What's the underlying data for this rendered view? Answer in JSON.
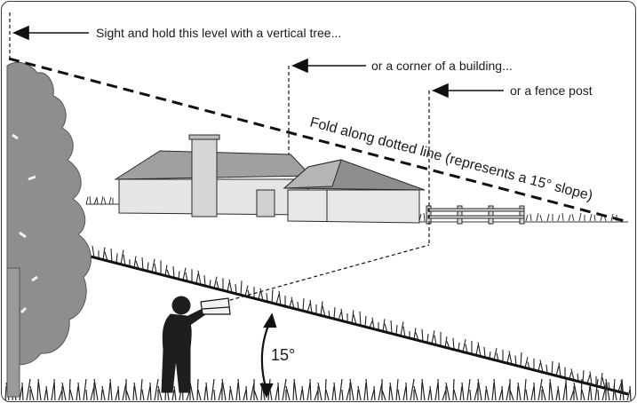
{
  "callouts": {
    "tree": "Sight and hold this level with a vertical tree...",
    "building": "or a corner of a building...",
    "fence": "or a fence post"
  },
  "fold_label": "Fold along dotted line (represents a 15° slope)",
  "angle_label": "15°",
  "colors": {
    "ink": "#1a1a1a",
    "tree": "#8c8c8c",
    "roof": "#9a9a9a",
    "wall": "#e4e4e4",
    "chimney": "#d8d8d8",
    "person": "#1e1e1e"
  },
  "icons": [
    "tree-icon",
    "house-icon",
    "fence-icon",
    "person-icon",
    "grass-icon",
    "arrow-left-icon"
  ]
}
